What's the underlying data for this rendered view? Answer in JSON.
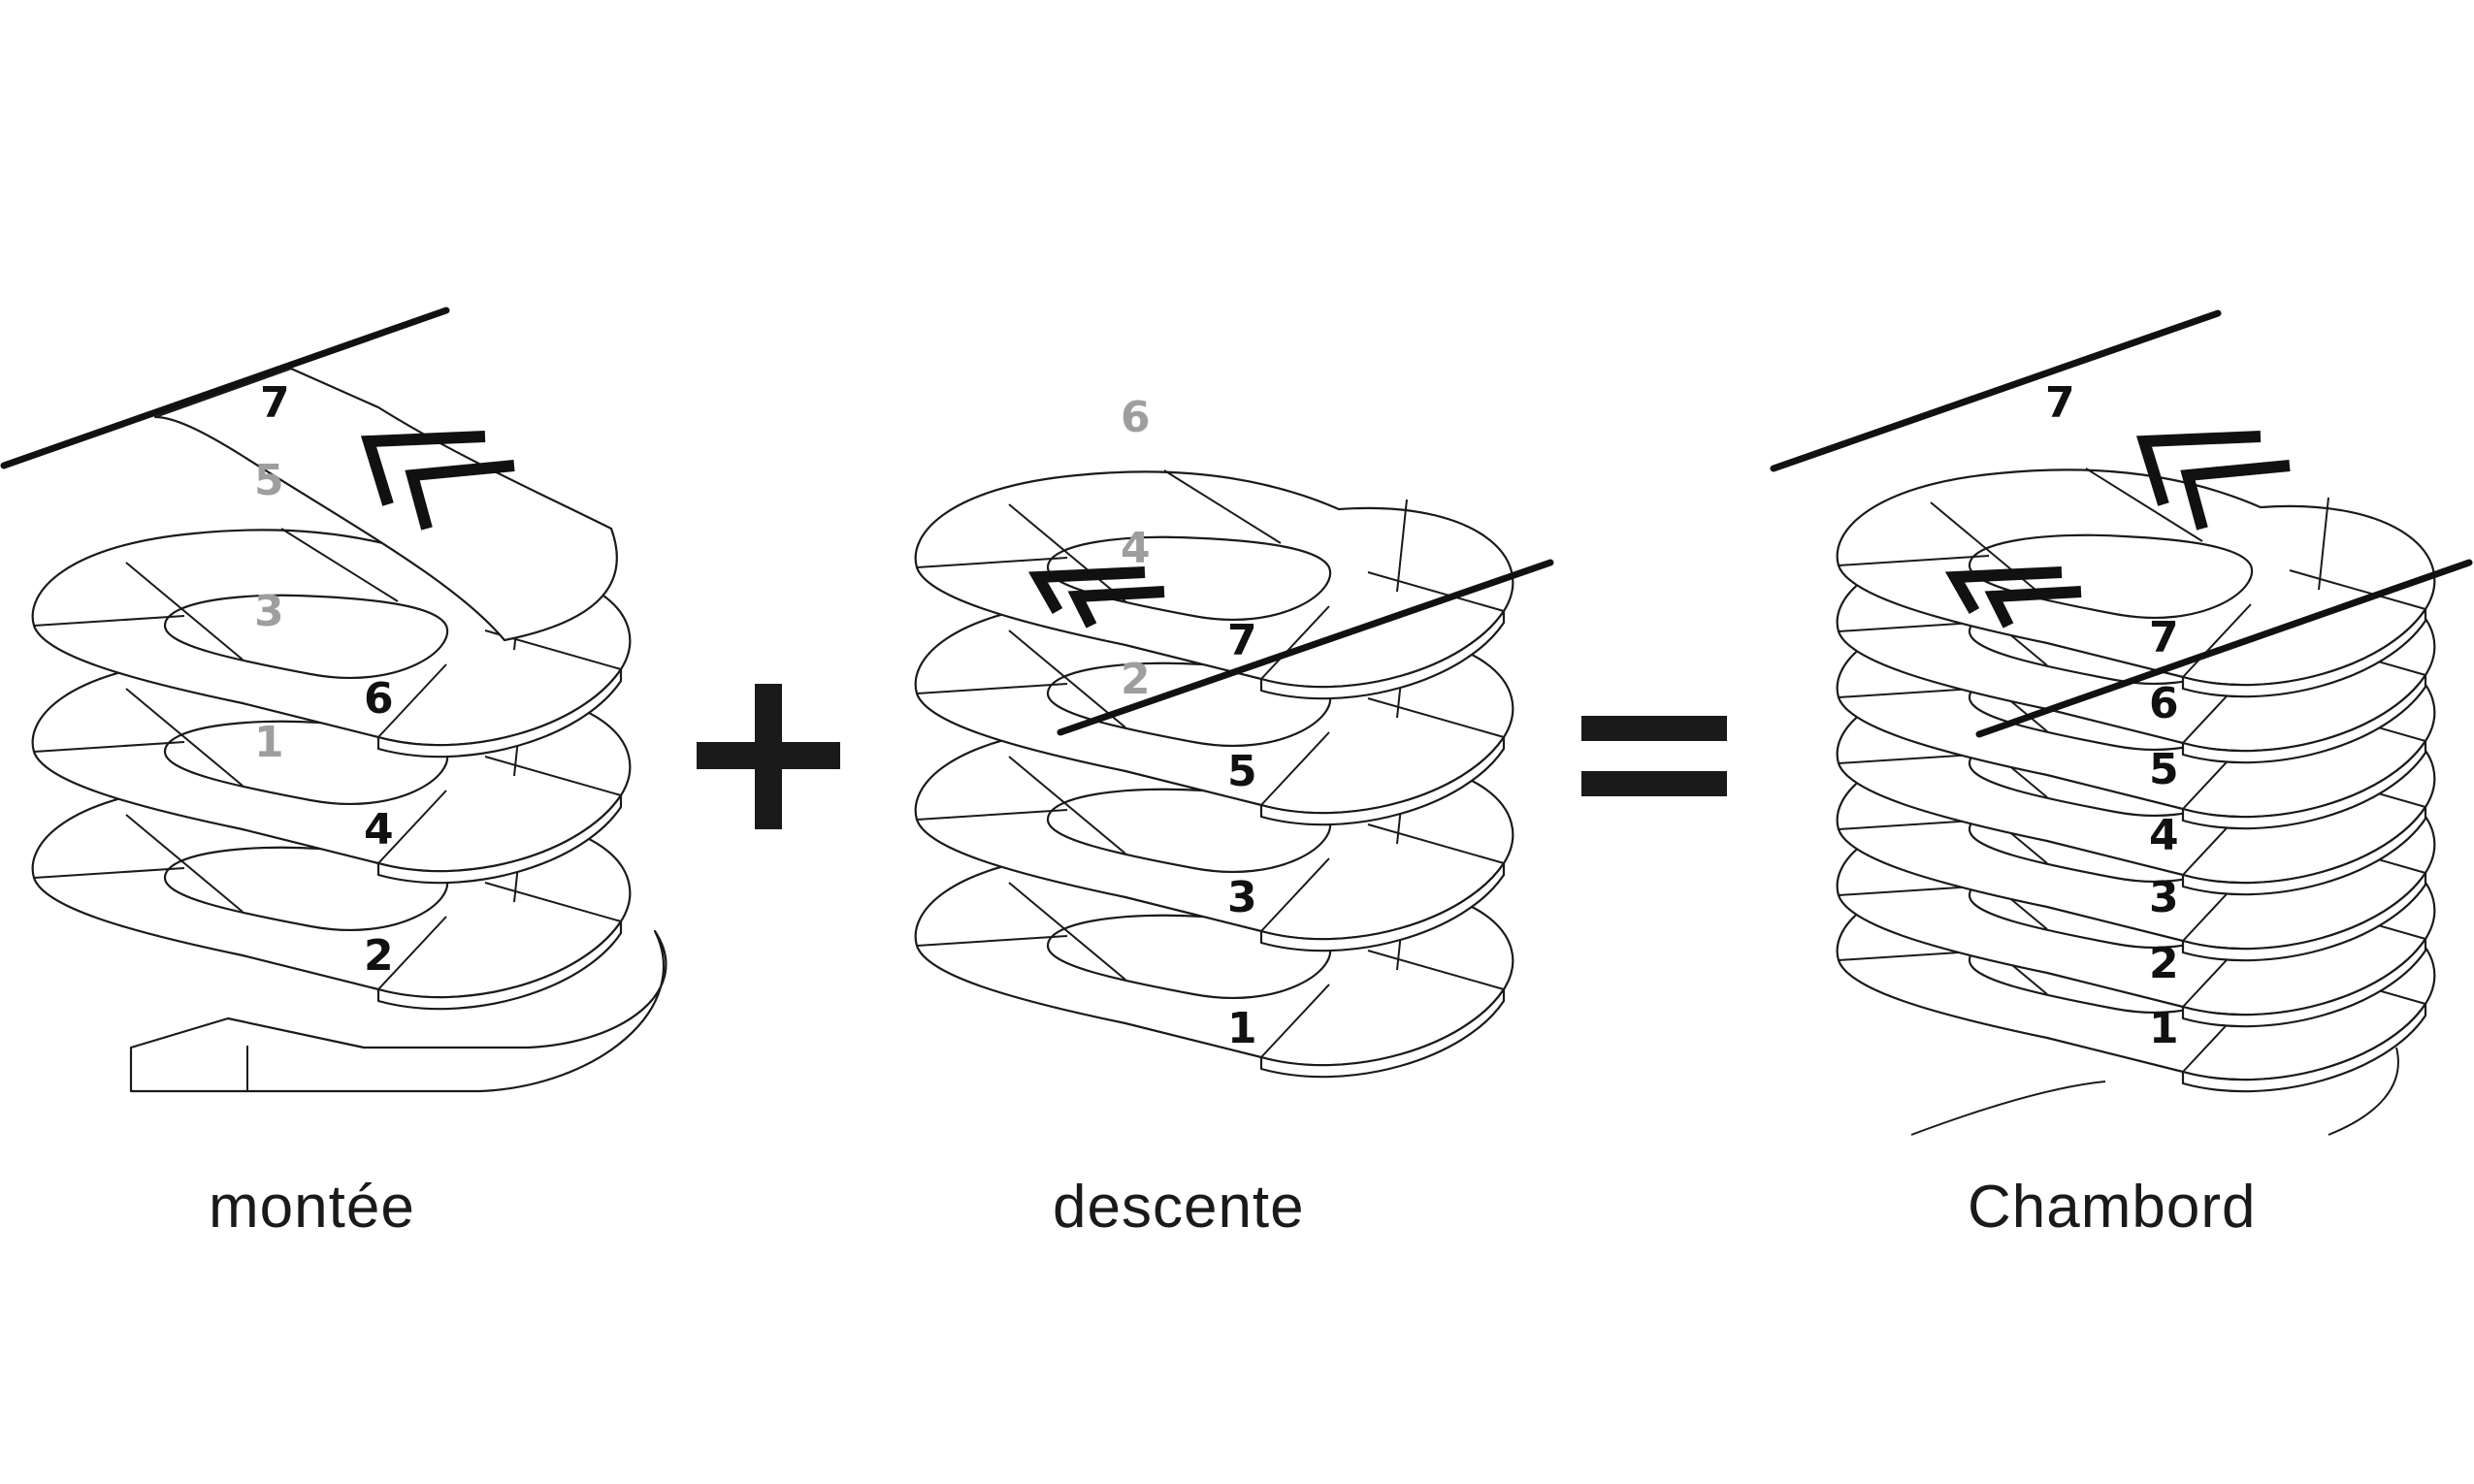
{
  "panels": [
    {
      "caption": "montée",
      "step_numbers": [
        "7",
        "6",
        "4",
        "2"
      ],
      "ghost_numbers": [
        "5",
        "3",
        "1"
      ]
    },
    {
      "caption": "descente",
      "step_numbers": [
        "7",
        "5",
        "3",
        "1"
      ],
      "ghost_numbers": [
        "6",
        "4",
        "2"
      ]
    },
    {
      "caption": "Chambord",
      "step_numbers": [
        "7",
        "6",
        "5",
        "4",
        "3",
        "2",
        "1"
      ],
      "ghost_numbers": []
    }
  ],
  "operators": {
    "plus": "+",
    "equals": "="
  }
}
